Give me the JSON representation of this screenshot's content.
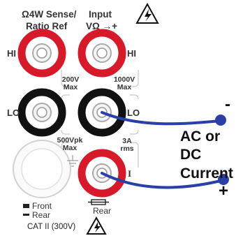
{
  "header": {
    "sense_line1": "Ω4W Sense/",
    "sense_line2": "Ratio Ref",
    "input_line1": "Input",
    "input_line2": "VΩ →+"
  },
  "terminals": {
    "hi_left": "HI",
    "hi_right": "HI",
    "lo_left": "LO",
    "lo_right": "LO",
    "current": "I"
  },
  "ratings": {
    "r200v_1": "200V",
    "r200v_2": "Max",
    "r1000v_1": "1000V",
    "r1000v_2": "Max",
    "r500vpk_1": "500Vpk",
    "r500vpk_2": "Max",
    "r3a_1": "3A",
    "r3a_2": "rms"
  },
  "selector": {
    "front": "Front",
    "rear": "Rear"
  },
  "fuse_label": "Rear",
  "category": "CAT II (300V)",
  "annotation": {
    "minus": "-",
    "line1": "AC or",
    "line2": "DC",
    "line3": "Current",
    "plus": "+"
  },
  "colors": {
    "red": "#d7192a",
    "black": "#111111",
    "wire": "#2a3fa8"
  }
}
